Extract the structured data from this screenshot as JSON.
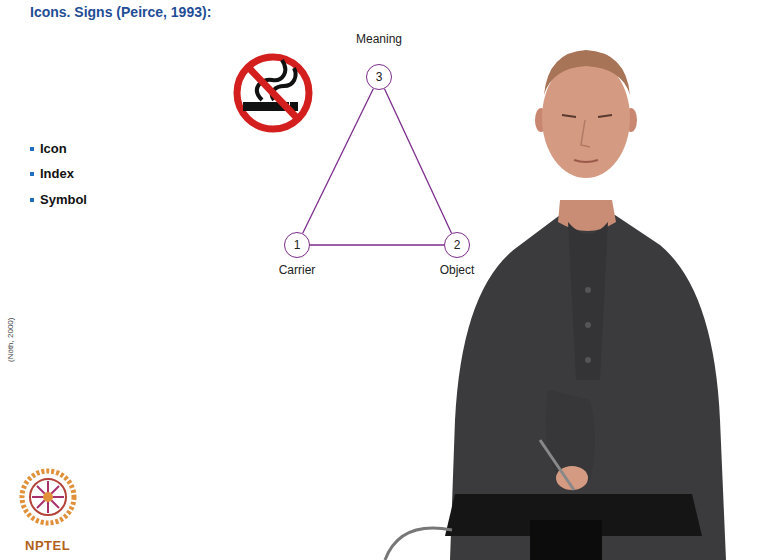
{
  "diagram": {
    "title": "Icons. Signs (Peirce, 1993):",
    "nodes": [
      {
        "text": [
          "Meaning",
          "3"
        ]
      },
      {
        "text": [
          "1",
          "Carrier"
        ]
      },
      {
        "text": [
          "2",
          "Object"
        ]
      }
    ],
    "edges": [
      {
        "from": 0,
        "to": 1,
        "arrow": "none"
      },
      {
        "from": 0,
        "to": 2,
        "arrow": "none"
      },
      {
        "from": 1,
        "to": 2,
        "arrow": "none"
      }
    ],
    "labels": [
      "Icon",
      "Index",
      "Symbol",
      "(Nöth, 2000)",
      "NPTEL"
    ]
  }
}
